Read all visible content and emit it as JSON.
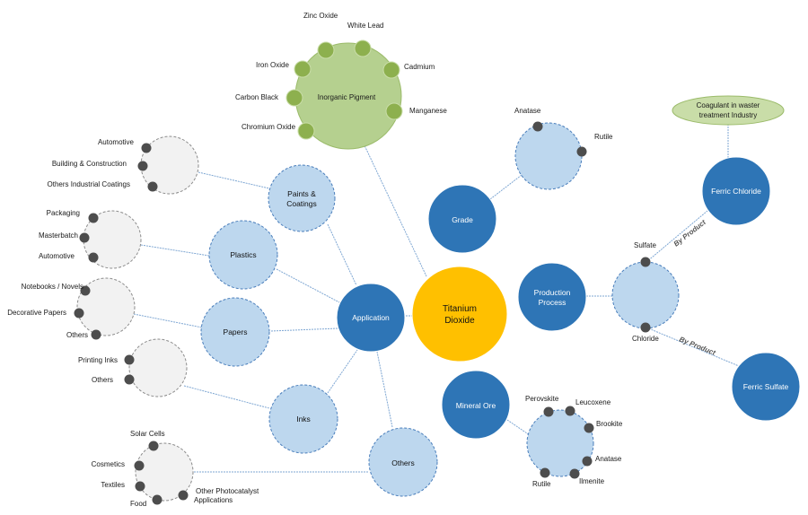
{
  "colors": {
    "core": "#FFC000",
    "primary": "#2E75B6",
    "secondary": "#BDD7EE",
    "secondary_border": "#4A7EBB",
    "leaf_group": "#F2F2F2",
    "leaf_group_border": "#8C8C8C",
    "dot": "#4D4D4D",
    "green": "#A9C77A",
    "green_light": "#C9DDA8",
    "green_dot": "#8DB04E",
    "line": "#7FA7D3"
  },
  "core": {
    "label_line1": "Titanium",
    "label_line2": "Dioxide"
  },
  "primary_nodes": {
    "application": "Application",
    "grade": "Grade",
    "production_line1": "Production",
    "production_line2": "Process",
    "mineral_ore": "Mineral Ore",
    "ferric_chloride": "Ferric Chloride",
    "ferric_sulfate": "Ferric Sulfate"
  },
  "inorganic_pigment": {
    "label": "Inorganic Pigment",
    "items": [
      "Zinc Oxide",
      "White Lead",
      "Iron Oxide",
      "Cadmium",
      "Carbon Black",
      "Manganese",
      "Chromium Oxide"
    ]
  },
  "coagulant": {
    "line1": "Coagulant in waster",
    "line2": "treatment Industry"
  },
  "applications": {
    "paints_line1": "Paints &",
    "paints_line2": "Coatings",
    "plastics": "Plastics",
    "papers": "Papers",
    "inks": "Inks",
    "others": "Others"
  },
  "paints_items": [
    "Automotive",
    "Building & Construction",
    "Others Industrial Coatings"
  ],
  "plastics_items": [
    "Packaging",
    "Masterbatch",
    "Automotive"
  ],
  "papers_items": [
    "Notebooks / Novels",
    "Decorative Papers",
    "Others"
  ],
  "inks_items": [
    "Printing Inks",
    "Others"
  ],
  "others_items": [
    "Solar Cells",
    "Cosmetics",
    "Textiles",
    "Food",
    "Other Photocatalyst",
    "Applications"
  ],
  "grade_items": [
    "Anatase",
    "Rutile"
  ],
  "process_items": [
    "Sulfate",
    "Chloride"
  ],
  "mineral_items": [
    "Perovskite",
    "Leucoxene",
    "Brookite",
    "Anatase",
    "Ilmenite",
    "Rutile"
  ],
  "byproduct": {
    "label1": "By Product",
    "label2": "By Product"
  }
}
